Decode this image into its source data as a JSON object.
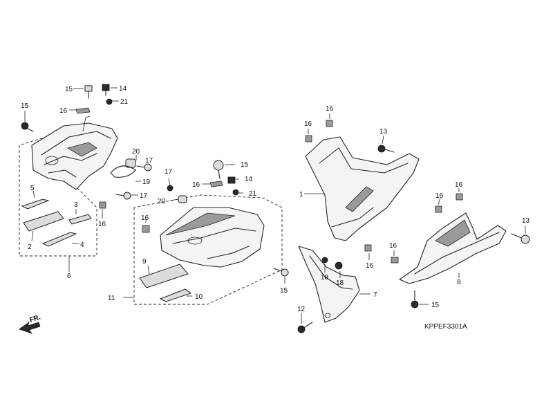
{
  "diagram": {
    "code": "KPPEF3301A",
    "direction_label": "FR.",
    "labels": [
      {
        "id": "c15a",
        "text": "15"
      },
      {
        "id": "c14a",
        "text": "14"
      },
      {
        "id": "c21a",
        "text": "21"
      },
      {
        "id": "c16a",
        "text": "16"
      },
      {
        "id": "c15b",
        "text": "15"
      },
      {
        "id": "c20a",
        "text": "20"
      },
      {
        "id": "c17a",
        "text": "17"
      },
      {
        "id": "c19",
        "text": "19"
      },
      {
        "id": "c17b",
        "text": "17"
      },
      {
        "id": "c5",
        "text": "5"
      },
      {
        "id": "c3",
        "text": "3"
      },
      {
        "id": "c16b",
        "text": "16"
      },
      {
        "id": "c2",
        "text": "2"
      },
      {
        "id": "c4",
        "text": "4"
      },
      {
        "id": "c6",
        "text": "6"
      },
      {
        "id": "c15c",
        "text": "15"
      },
      {
        "id": "c17c",
        "text": "17"
      },
      {
        "id": "c16c",
        "text": "16"
      },
      {
        "id": "c14b",
        "text": "14"
      },
      {
        "id": "c21b",
        "text": "21"
      },
      {
        "id": "c20b",
        "text": "20"
      },
      {
        "id": "c16d",
        "text": "16"
      },
      {
        "id": "c9",
        "text": "9"
      },
      {
        "id": "c11",
        "text": "11"
      },
      {
        "id": "c10",
        "text": "10"
      },
      {
        "id": "c15d",
        "text": "15"
      },
      {
        "id": "c16e",
        "text": "16"
      },
      {
        "id": "c16f",
        "text": "16"
      },
      {
        "id": "c13a",
        "text": "13"
      },
      {
        "id": "c1",
        "text": "1"
      },
      {
        "id": "c16g",
        "text": "16"
      },
      {
        "id": "c16h",
        "text": "16"
      },
      {
        "id": "c16i",
        "text": "16"
      },
      {
        "id": "c13b",
        "text": "13"
      },
      {
        "id": "c18a",
        "text": "18"
      },
      {
        "id": "c18b",
        "text": "18"
      },
      {
        "id": "c16j",
        "text": "16"
      },
      {
        "id": "c8",
        "text": "8"
      },
      {
        "id": "c7",
        "text": "7"
      },
      {
        "id": "c12",
        "text": "12"
      },
      {
        "id": "c15e",
        "text": "15"
      }
    ]
  }
}
